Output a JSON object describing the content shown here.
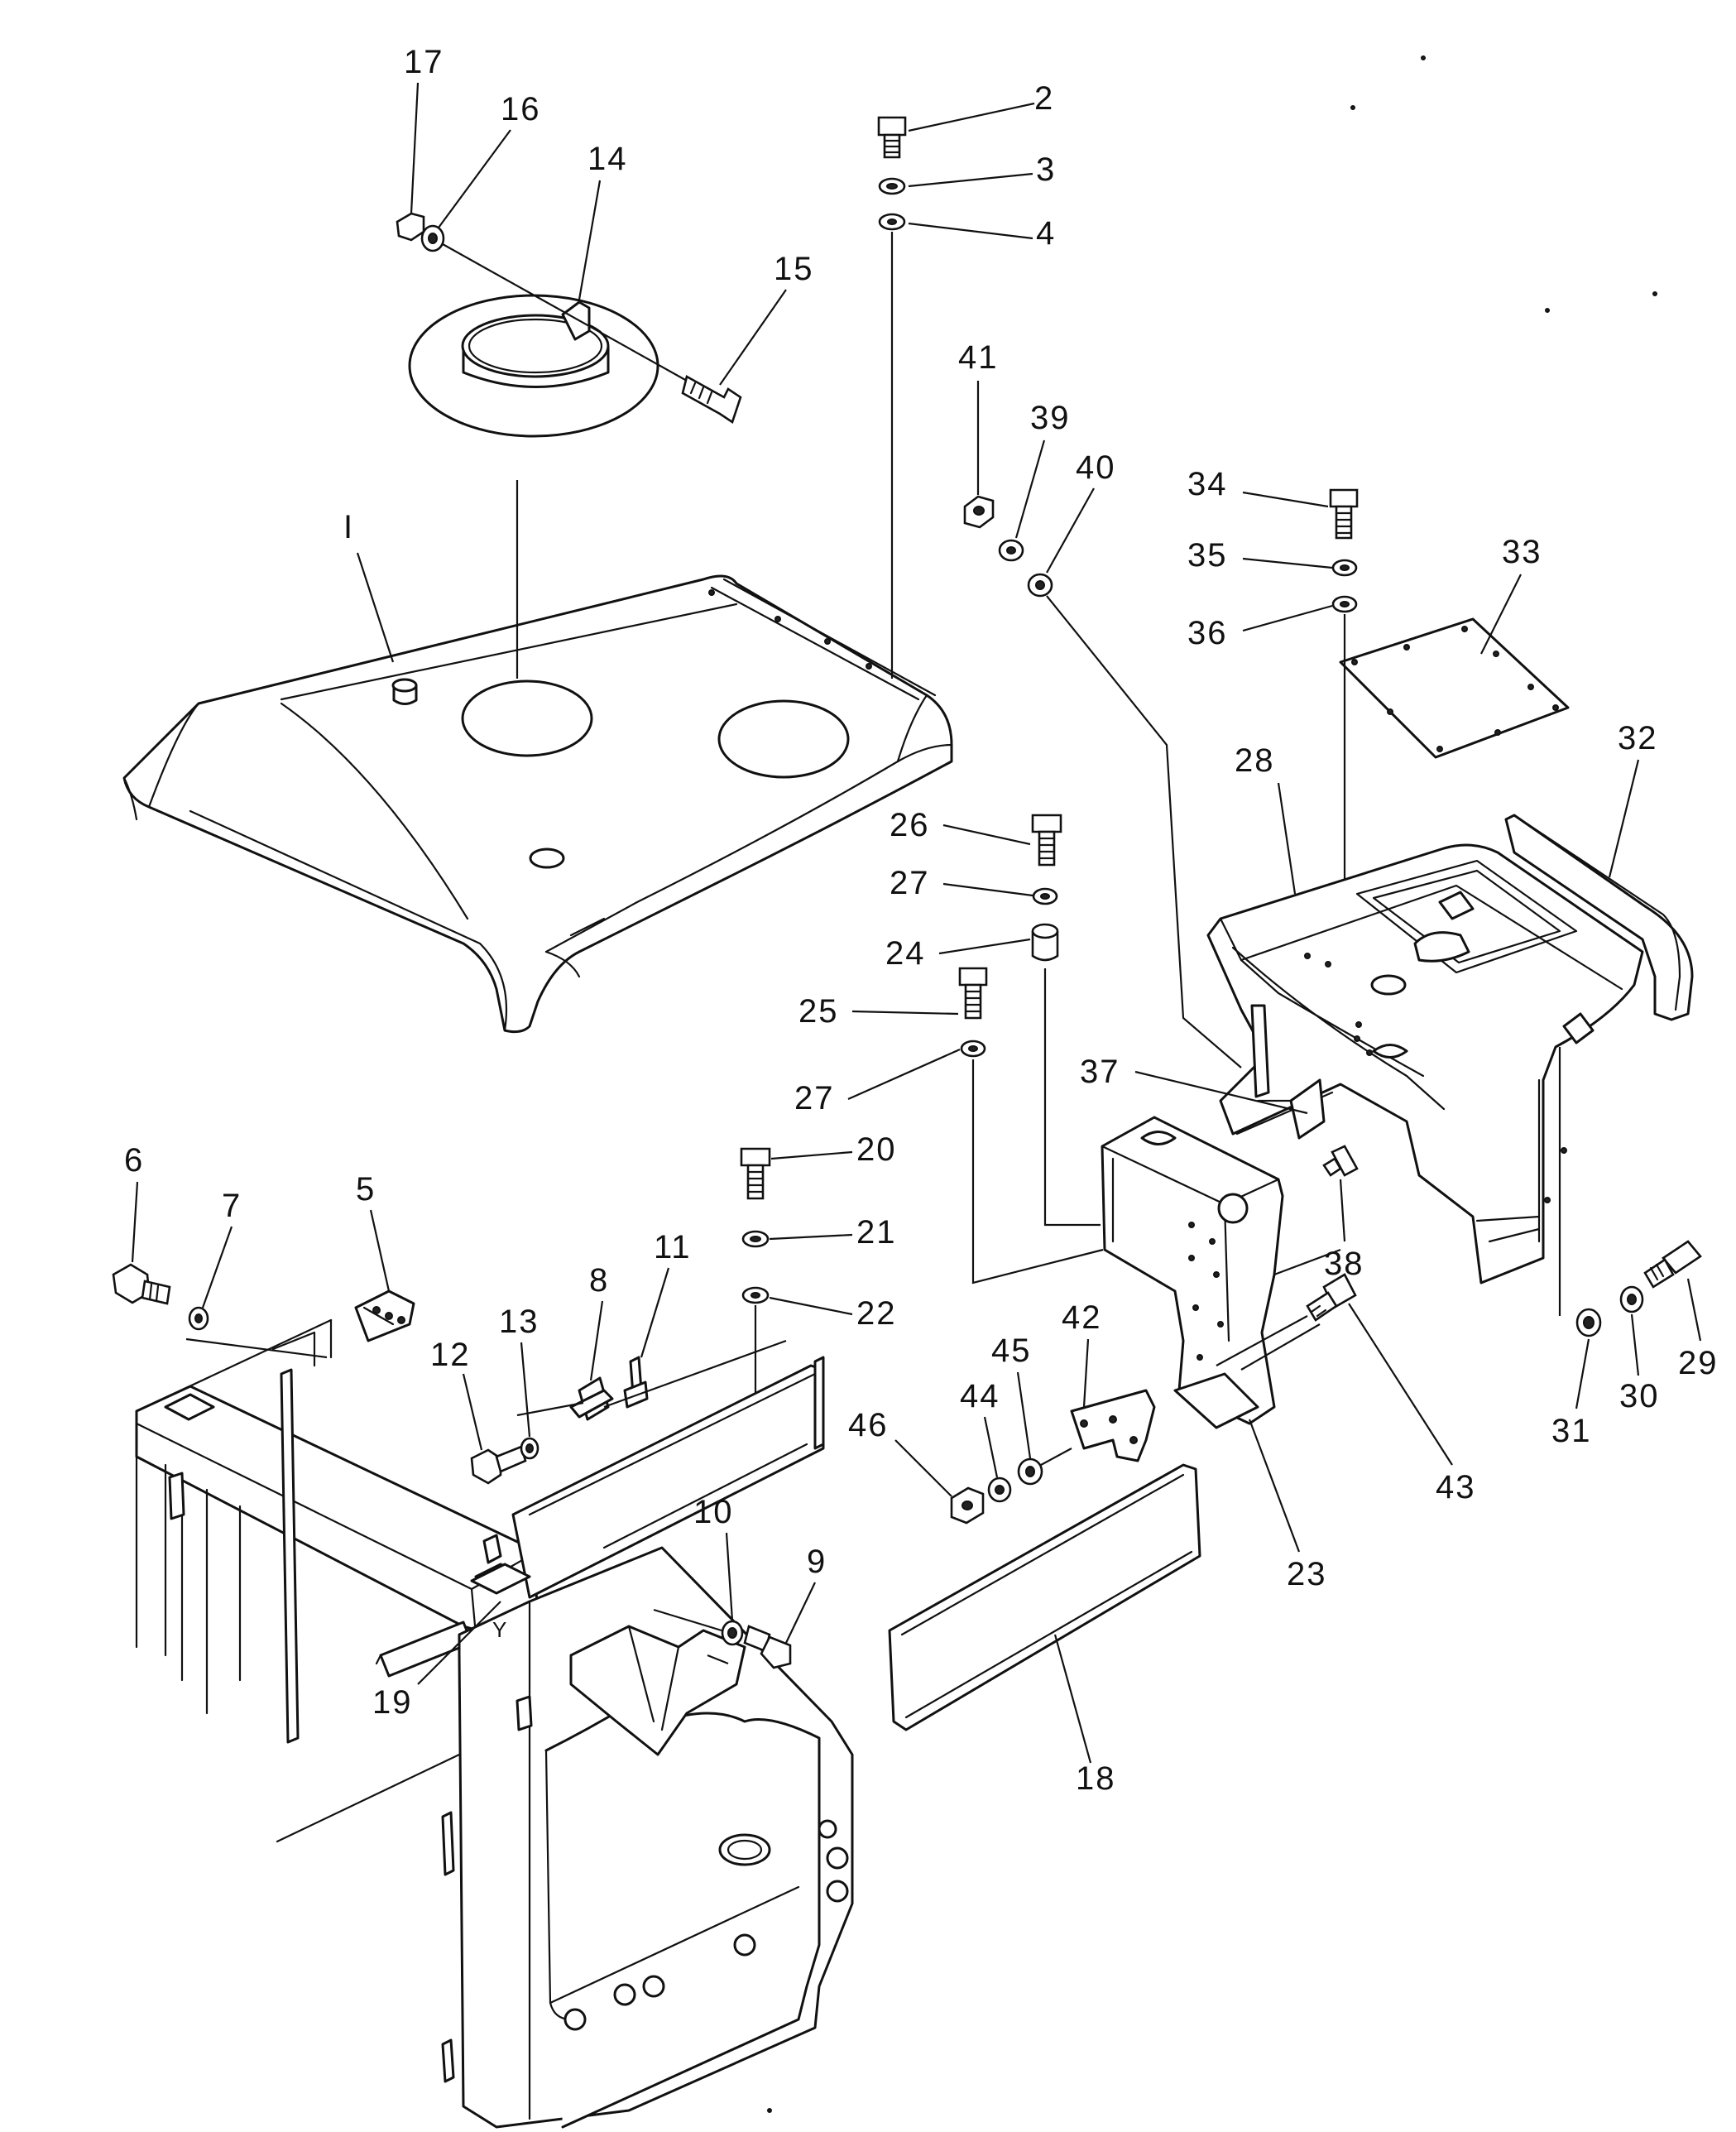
{
  "diagram": {
    "colors": {
      "ink": "#111111",
      "paper": "#ffffff"
    },
    "callouts": {
      "c1": "I",
      "c2": "2",
      "c3": "3",
      "c4": "4",
      "c5": "5",
      "c6": "6",
      "c7": "7",
      "c8": "8",
      "c9": "9",
      "c10": "10",
      "c11": "11",
      "c12": "12",
      "c13": "13",
      "c14": "14",
      "c15": "15",
      "c16": "16",
      "c17": "17",
      "c18": "18",
      "c19": "19",
      "c20": "20",
      "c21": "21",
      "c22": "22",
      "c23": "23",
      "c24": "24",
      "c25": "25",
      "c26": "26",
      "c27a": "27",
      "c27b": "27",
      "c28": "28",
      "c29": "29",
      "c30": "30",
      "c31": "31",
      "c32": "32",
      "c33": "33",
      "c34": "34",
      "c35": "35",
      "c36": "36",
      "c37": "37",
      "c38": "38",
      "c39": "39",
      "c40": "40",
      "c41": "41",
      "c42": "42",
      "c43": "43",
      "c44": "44",
      "c45": "45",
      "c46": "46"
    },
    "stamp": "Y"
  }
}
